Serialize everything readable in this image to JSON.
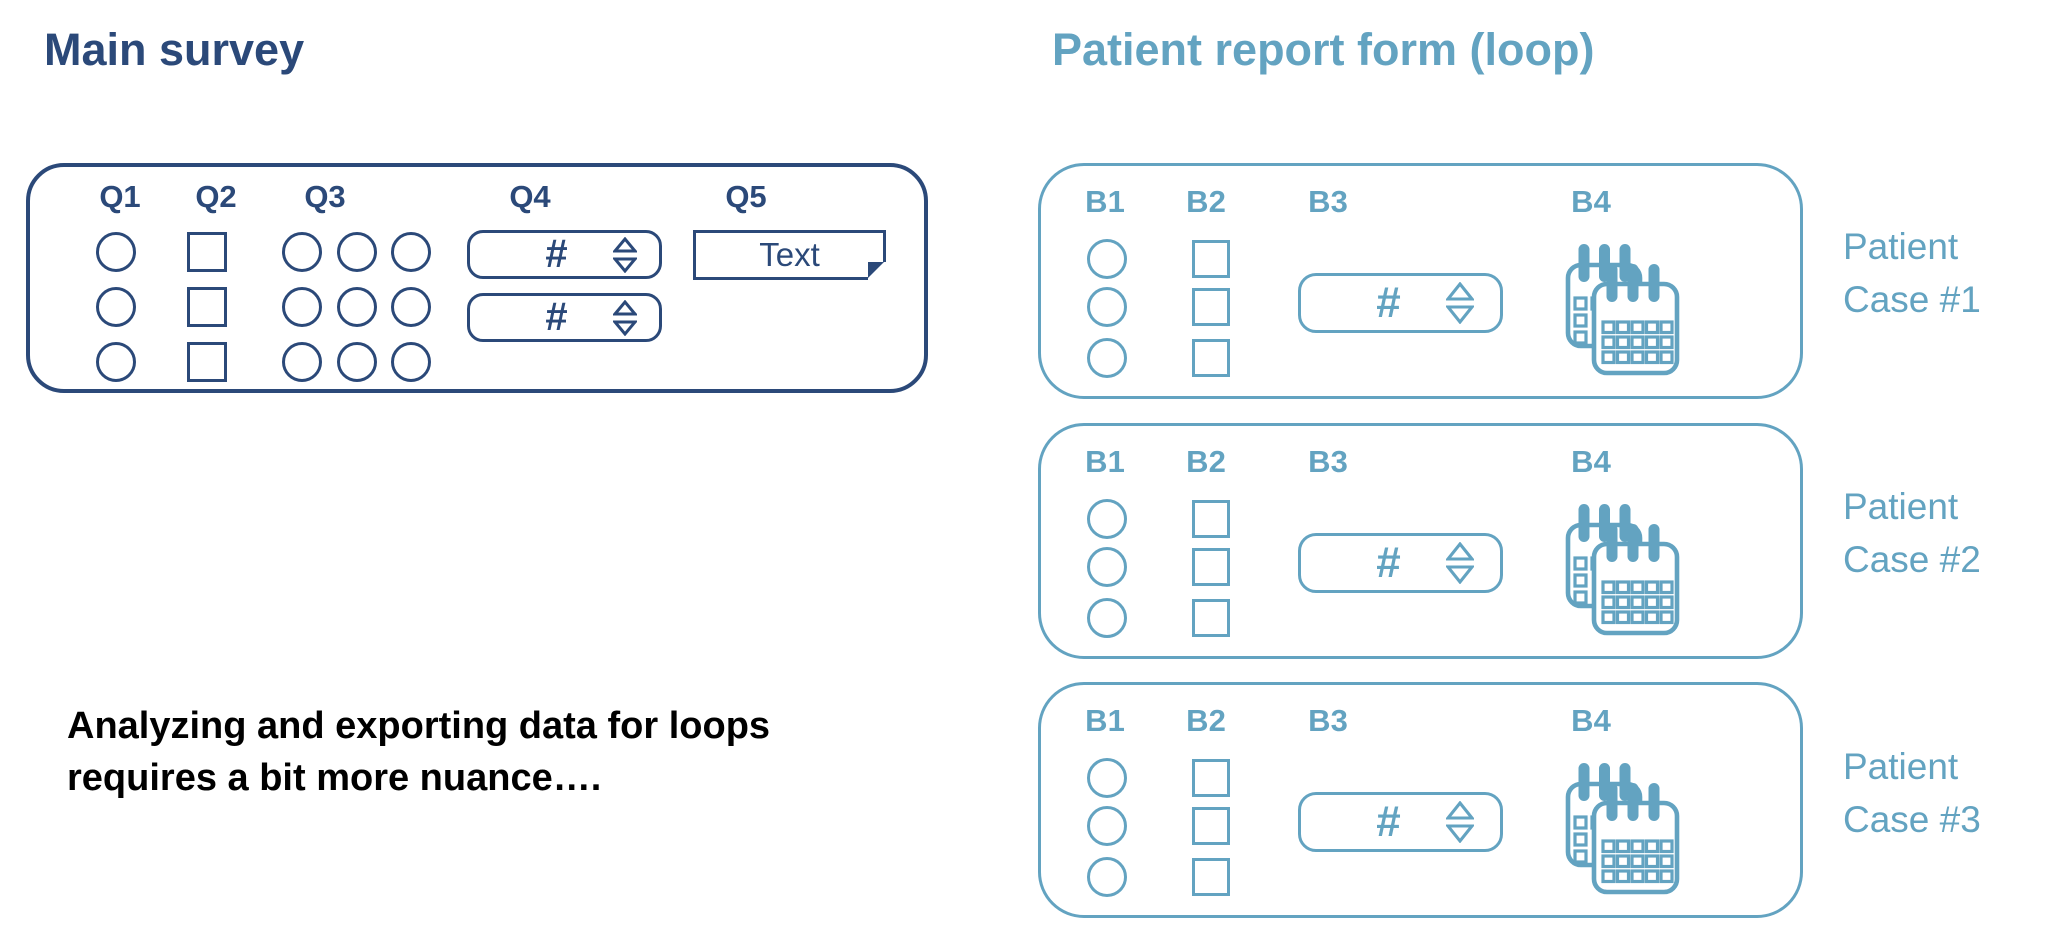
{
  "titles": {
    "left": "Main survey",
    "right": "Patient report form (loop)"
  },
  "note": {
    "line1": "Analyzing and exporting data for loops",
    "line2": "requires a bit more nuance…."
  },
  "colors": {
    "navy": "#2B4979",
    "teal": "#63A3C1",
    "note_text": "#000000",
    "background": "#FFFFFF"
  },
  "main_survey": {
    "headers": [
      "Q1",
      "Q2",
      "Q3",
      "Q4",
      "Q5"
    ],
    "q1_radio_count": 3,
    "q2_checkbox_count": 3,
    "q3_radio_grid": {
      "rows": 3,
      "cols": 3
    },
    "q4_number_inputs": [
      {
        "value": "#"
      },
      {
        "value": "#"
      }
    ],
    "q5_text_value": "Text"
  },
  "patient_form": {
    "headers": [
      "B1",
      "B2",
      "B3",
      "B4"
    ],
    "b1_radio_count": 3,
    "b2_checkbox_count": 3,
    "b3_number_value": "#",
    "b4_icon": "calendar-icon",
    "cases": [
      {
        "line1": "Patient",
        "line2": "Case #1"
      },
      {
        "line1": "Patient",
        "line2": "Case #2"
      },
      {
        "line1": "Patient",
        "line2": "Case #3"
      }
    ]
  }
}
